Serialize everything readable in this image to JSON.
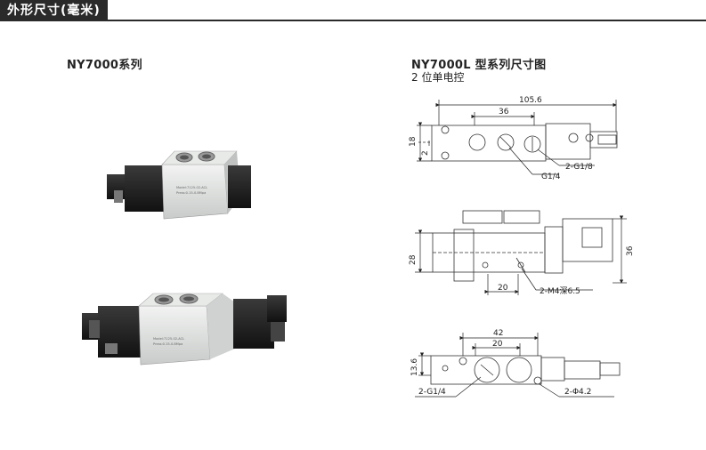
{
  "header": {
    "title": "外形尺寸(毫米)"
  },
  "left": {
    "title": "NY7000系列"
  },
  "right": {
    "title": "NY7000L 型系列尺寸图",
    "subtitle": "2 位单电控"
  },
  "labels": {
    "valve_text1": "Model:7125-02-ACL",
    "valve_text2": "Press:0.15-0.8Mpa"
  },
  "dims": {
    "top_len": "105.6",
    "top_36": "36",
    "top_18": "18",
    "top_2": "2",
    "top_g18": "2-G1/8",
    "top_g14": "G1/4",
    "side_28": "28",
    "side_36": "36",
    "side_20": "20",
    "side_m4": "2-M4深6.5",
    "bot_42": "42",
    "bot_20": "20",
    "bot_136": "13.6",
    "bot_g14": "2-G1/4",
    "bot_phi": "2-Φ4.2"
  }
}
